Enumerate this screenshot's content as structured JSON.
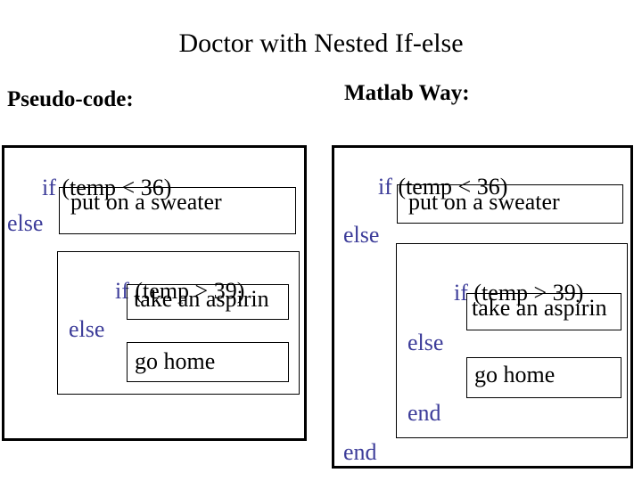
{
  "slide": {
    "title": "Doctor with Nested If-else"
  },
  "headings": {
    "pseudo": "Pseudo-code:",
    "matlab": "Matlab Way:"
  },
  "colors": {
    "keyword": "#3c3c99",
    "text": "#000000",
    "border": "#000000",
    "background": "#ffffff"
  },
  "pseudo": {
    "if_keyword": "if",
    "if_condition": " (temp < 36)",
    "then_action": "put on a sweater",
    "else_keyword": "else",
    "nested": {
      "if_keyword": "if",
      "if_condition": " (temp > 39)",
      "then_action": "take an aspirin",
      "else_keyword": "else",
      "else_action": "go home"
    }
  },
  "matlab": {
    "if_keyword": "if",
    "if_condition": " (temp < 36)",
    "then_action": "put on a sweater",
    "else_keyword": "else",
    "nested": {
      "if_keyword": "if",
      "if_condition": " (temp > 39)",
      "then_action": "take an aspirin",
      "else_keyword": "else",
      "else_action": "go home",
      "end_keyword": "end"
    },
    "end_keyword": "end"
  }
}
